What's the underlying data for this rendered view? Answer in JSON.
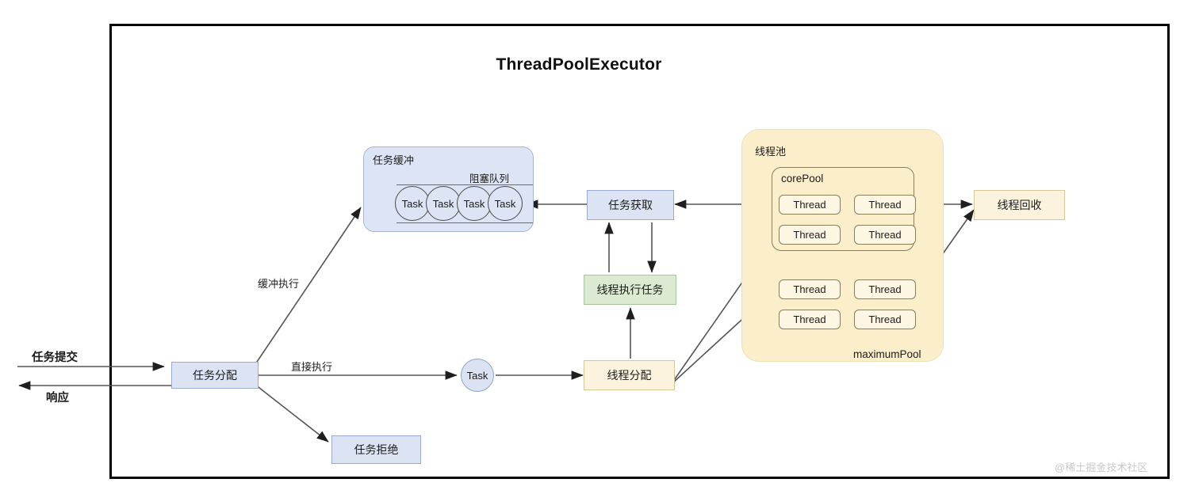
{
  "diagram": {
    "title": "ThreadPoolExecutor",
    "watermark": "@稀土掘金技术社区",
    "colors": {
      "blue_fill": "#dce4f4",
      "blue_stroke": "#9aabcf",
      "green_fill": "#dcead3",
      "green_stroke": "#a8c49a",
      "yellow_fill": "#fbf3dd",
      "yellow_stroke": "#d6c79a",
      "pool_fill": "#fbeecb",
      "frame_stroke": "#000000",
      "arrow_stroke": "#555555"
    }
  },
  "io_labels": {
    "submit": "任务提交",
    "response": "响应"
  },
  "nodes": {
    "task_dispatch": "任务分配",
    "task_reject": "任务拒绝",
    "task_buffer": "任务缓冲",
    "blocking_queue": "阻塞队列",
    "task_fetch": "任务获取",
    "thread_execute": "线程执行任务",
    "thread_allocate": "线程分配",
    "thread_recycle": "线程回收",
    "single_task": "Task",
    "thread_pool": "线程池",
    "core_pool": "corePool",
    "maximum_pool": "maximumPool"
  },
  "edge_labels": {
    "buffered_execute": "缓冲执行",
    "direct_execute": "直接执行"
  },
  "queue_tasks": [
    "Task",
    "Task",
    "Task",
    "Task"
  ],
  "core_threads": [
    "Thread",
    "Thread",
    "Thread",
    "Thread"
  ],
  "max_threads": [
    "Thread",
    "Thread",
    "Thread",
    "Thread"
  ]
}
